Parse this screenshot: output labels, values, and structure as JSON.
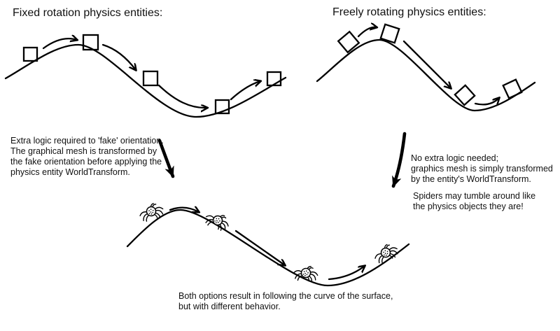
{
  "colors": {
    "ink": "#000000",
    "background": "#ffffff"
  },
  "left_panel": {
    "title": "Fixed rotation physics entities:",
    "note": "Extra logic required to 'fake' orientation.\nThe graphical mesh is transformed by\nthe fake orientation before applying the\nphysics entity WorldTransform.",
    "entity_shape": "axis-aligned square",
    "entity_count": 5
  },
  "right_panel": {
    "title": "Freely rotating physics entities:",
    "note": "No extra logic needed;\ngraphics mesh is simply transformed\nby the entity's WorldTransform.",
    "note2": "Spiders may tumble around like\nthe physics objects they are!",
    "entity_shape": "rotated square",
    "entity_count": 4
  },
  "bottom_panel": {
    "caption": "Both options result in following the curve of the surface,\nbut with different behavior.",
    "entity_shape": "spider",
    "entity_count": 4
  }
}
